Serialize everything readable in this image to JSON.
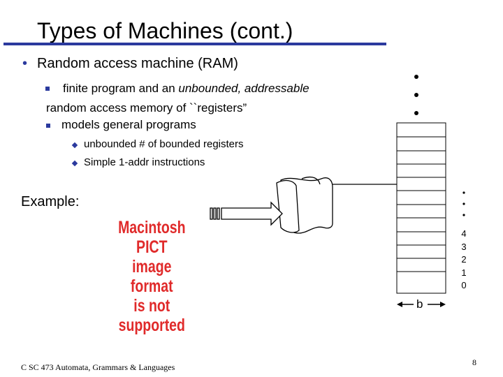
{
  "title": "Types of Machines (cont.)",
  "bullet1": "Random access machine (RAM)",
  "sub1": {
    "part1": "finite program and an ",
    "italic": "unbounded, addressable",
    "part2": "random access memory of ``registers”"
  },
  "sub2": "models general programs",
  "sub3": [
    "unbounded # of bounded registers",
    "Simple 1-addr instructions"
  ],
  "example_label": "Example:",
  "pict_placeholder": [
    "Macintosh PICT",
    "image format",
    "is not supported"
  ],
  "register_indices": [
    "4",
    "3",
    "2",
    "1",
    "0"
  ],
  "b_label": "b",
  "footer": "C SC 473 Automata, Grammars & Languages",
  "page_number": "8",
  "colors": {
    "accent": "#2b3a9e",
    "pict_text": "#e02a2a"
  }
}
